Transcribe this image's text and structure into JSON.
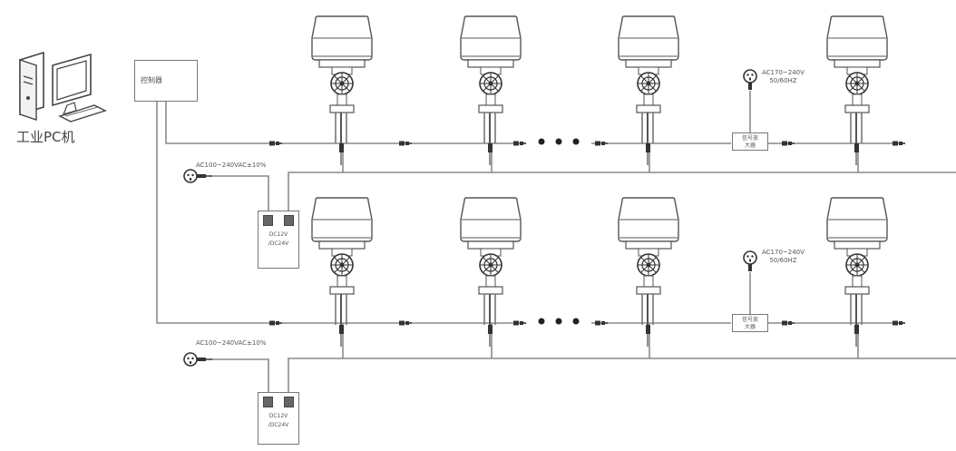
{
  "pc": {
    "label": "工业PC机"
  },
  "controller": {
    "label": "控制器"
  },
  "power_supply": {
    "label_line1": "DC12V",
    "label_line2": "/DC24V",
    "input": "AC100~240VAC±10%"
  },
  "amplifier": {
    "label_line1": "信号放",
    "label_line2": "大器",
    "input_line1": "AC170~240V",
    "input_line2": "50/60HZ"
  },
  "ellipsis": "● ● ●",
  "colors": {
    "line": "#8a8a8a",
    "outline": "#555555",
    "dark": "#333333"
  },
  "icons": {
    "pc": "desktop-computer-icon",
    "plug": "power-plug-icon",
    "device": "valve-actuator-icon",
    "connector": "cable-connector-icon"
  },
  "rows": [
    {
      "name": "row-1",
      "devices": 4
    },
    {
      "name": "row-2",
      "devices": 4
    }
  ]
}
